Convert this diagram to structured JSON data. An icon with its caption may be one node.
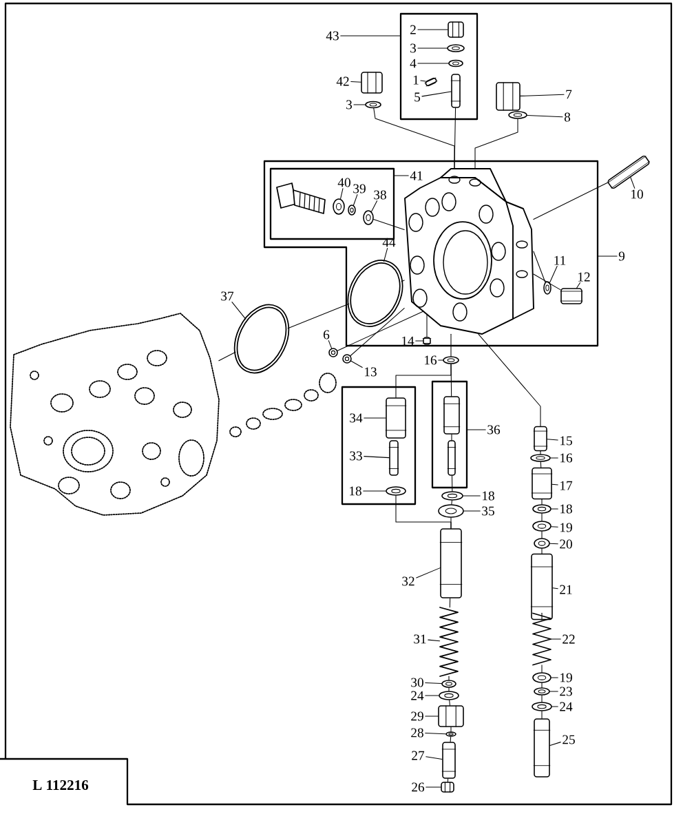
{
  "diagram": {
    "nodes": [
      {
        "text": [],
        "shape": "box"
      },
      {
        "text": [
          "43"
        ]
      },
      {
        "text": [],
        "shape": "picture",
        "in": 0
      },
      {
        "text": [
          "2"
        ],
        "in": 0
      },
      {
        "text": [],
        "shape": "picture",
        "in": 0
      },
      {
        "text": [
          "3"
        ],
        "in": 0
      },
      {
        "text": [],
        "shape": "picture",
        "in": 0
      },
      {
        "text": [
          "4"
        ],
        "in": 0
      },
      {
        "text": [],
        "shape": "cylinder",
        "in": 0
      },
      {
        "text": [
          "1"
        ],
        "in": 0
      },
      {
        "text": [],
        "shape": "cylinder",
        "in": 0
      },
      {
        "text": [
          "5"
        ],
        "in": 0
      },
      {
        "text": [],
        "shape": "picture"
      },
      {
        "text": [
          "42"
        ]
      },
      {
        "text": [],
        "shape": "picture"
      },
      {
        "text": [
          "3"
        ]
      },
      {
        "text": [],
        "shape": "picture"
      },
      {
        "text": [
          "7"
        ]
      },
      {
        "text": [],
        "shape": "picture"
      },
      {
        "text": [
          "8"
        ]
      },
      {
        "text": [],
        "shape": "box"
      },
      {
        "text": [
          "9"
        ]
      },
      {
        "text": [],
        "shape": "box",
        "in": 20
      },
      {
        "text": [
          "41"
        ],
        "in": 20
      },
      {
        "text": [],
        "shape": "picture",
        "in": 22
      },
      {
        "text": [
          "40"
        ],
        "in": 22
      },
      {
        "text": [],
        "shape": "picture",
        "in": 22
      },
      {
        "text": [
          "39"
        ],
        "in": 22
      },
      {
        "text": [],
        "shape": "picture",
        "in": 22
      },
      {
        "text": [
          "38"
        ],
        "in": 22
      },
      {
        "text": [],
        "shape": "circle",
        "in": 20
      },
      {
        "text": [
          "44"
        ],
        "in": 20
      },
      {
        "text": [],
        "shape": "picture",
        "in": 20
      },
      {
        "text": [
          "11"
        ],
        "in": 20
      },
      {
        "text": [],
        "shape": "cylinder",
        "in": 20
      },
      {
        "text": [
          "12"
        ],
        "in": 20
      },
      {
        "text": [],
        "shape": "cylinder",
        "in": 20
      },
      {
        "text": [
          "14"
        ],
        "in": 20
      },
      {
        "text": [],
        "shape": "cylinder"
      },
      {
        "text": [
          "10"
        ]
      },
      {
        "text": [],
        "shape": "circle"
      },
      {
        "text": [
          "37"
        ]
      },
      {
        "text": [],
        "shape": "picture"
      },
      {
        "text": [
          "6"
        ]
      },
      {
        "text": [],
        "shape": "picture"
      },
      {
        "text": [
          "13"
        ]
      },
      {
        "text": [],
        "shape": "picture"
      },
      {
        "text": [
          "16"
        ]
      },
      {
        "text": [],
        "shape": "box"
      },
      {
        "text": [],
        "shape": "cylinder",
        "in": 48
      },
      {
        "text": [
          "34"
        ],
        "in": 48
      },
      {
        "text": [],
        "shape": "cylinder",
        "in": 48
      },
      {
        "text": [
          "33"
        ],
        "in": 48
      },
      {
        "text": [],
        "shape": "picture",
        "in": 48
      },
      {
        "text": [
          "18"
        ],
        "in": 48
      },
      {
        "text": [],
        "shape": "box"
      },
      {
        "text": [
          "36"
        ]
      },
      {
        "text": [],
        "shape": "picture"
      },
      {
        "text": [
          "18"
        ]
      },
      {
        "text": [],
        "shape": "picture"
      },
      {
        "text": [
          "35"
        ]
      },
      {
        "text": [],
        "shape": "cylinder"
      },
      {
        "text": [
          "32"
        ]
      },
      {
        "text": [],
        "shape": "picture"
      },
      {
        "text": [
          "31"
        ]
      },
      {
        "text": [],
        "shape": "picture"
      },
      {
        "text": [
          "30"
        ]
      },
      {
        "text": [],
        "shape": "picture"
      },
      {
        "text": [
          "24"
        ]
      },
      {
        "text": [],
        "shape": "picture"
      },
      {
        "text": [
          "29"
        ]
      },
      {
        "text": [],
        "shape": "picture"
      },
      {
        "text": [
          "28"
        ]
      },
      {
        "text": [],
        "shape": "cylinder"
      },
      {
        "text": [
          "27"
        ]
      },
      {
        "text": [],
        "shape": "picture"
      },
      {
        "text": [
          "26"
        ]
      },
      {
        "text": [],
        "shape": "cylinder"
      },
      {
        "text": [
          "15"
        ]
      },
      {
        "text": [],
        "shape": "picture"
      },
      {
        "text": [
          "16"
        ]
      },
      {
        "text": [],
        "shape": "cylinder"
      },
      {
        "text": [
          "17"
        ]
      },
      {
        "text": [],
        "shape": "picture"
      },
      {
        "text": [
          "18"
        ]
      },
      {
        "text": [],
        "shape": "picture"
      },
      {
        "text": [
          "19"
        ]
      },
      {
        "text": [],
        "shape": "picture"
      },
      {
        "text": [
          "20"
        ]
      },
      {
        "text": [],
        "shape": "cylinder"
      },
      {
        "text": [
          "21"
        ]
      },
      {
        "text": [],
        "shape": "picture"
      },
      {
        "text": [
          "22"
        ]
      },
      {
        "text": [],
        "shape": "picture"
      },
      {
        "text": [
          "19"
        ]
      },
      {
        "text": [],
        "shape": "picture"
      },
      {
        "text": [
          "23"
        ]
      },
      {
        "text": [],
        "shape": "picture"
      },
      {
        "text": [
          "24"
        ]
      },
      {
        "text": [],
        "shape": "cylinder"
      },
      {
        "text": [
          "25"
        ]
      },
      {
        "text": [],
        "shape": "picture",
        "in": 20
      },
      {
        "text": [],
        "shape": "picture"
      },
      {
        "text": [],
        "shape": "cylinder",
        "in": 55
      },
      {
        "text": [],
        "shape": "cylinder",
        "in": 55
      },
      {
        "text": [],
        "shape": "picture",
        "in": 22
      }
    ],
    "edges": [
      {
        "from": 1,
        "to": 0,
        "arrow": "none"
      },
      {
        "from": 3,
        "to": 2,
        "arrow": "none"
      },
      {
        "from": 5,
        "to": 4,
        "arrow": "none"
      },
      {
        "from": 7,
        "to": 6,
        "arrow": "none"
      },
      {
        "from": 9,
        "to": 8,
        "arrow": "none"
      },
      {
        "from": 11,
        "to": 10,
        "arrow": "none"
      },
      {
        "from": 13,
        "to": 12,
        "arrow": "none"
      },
      {
        "from": 15,
        "to": 14,
        "arrow": "none"
      },
      {
        "from": 17,
        "to": 16,
        "arrow": "none"
      },
      {
        "from": 19,
        "to": 18,
        "arrow": "none"
      },
      {
        "from": 21,
        "to": 20,
        "arrow": "none"
      },
      {
        "from": 23,
        "to": 22,
        "arrow": "none"
      },
      {
        "from": 25,
        "to": 24,
        "arrow": "none"
      },
      {
        "from": 27,
        "to": 26,
        "arrow": "none"
      },
      {
        "from": 29,
        "to": 28,
        "arrow": "none"
      },
      {
        "from": 31,
        "to": 30,
        "arrow": "none"
      },
      {
        "from": 33,
        "to": 101,
        "arrow": "none"
      },
      {
        "from": 35,
        "to": 34,
        "arrow": "none"
      },
      {
        "from": 37,
        "to": 36,
        "arrow": "none"
      },
      {
        "from": 39,
        "to": 38,
        "arrow": "none"
      },
      {
        "from": 41,
        "to": 40,
        "arrow": "none"
      },
      {
        "from": 43,
        "to": 42,
        "arrow": "none"
      },
      {
        "from": 45,
        "to": 44,
        "arrow": "none"
      },
      {
        "from": 47,
        "to": 46,
        "arrow": "none"
      },
      {
        "from": 50,
        "to": 49,
        "arrow": "none"
      },
      {
        "from": 52,
        "to": 51,
        "arrow": "none"
      },
      {
        "from": 54,
        "to": 53,
        "arrow": "none"
      },
      {
        "from": 56,
        "to": 55,
        "arrow": "none"
      },
      {
        "from": 58,
        "to": 57,
        "arrow": "none"
      },
      {
        "from": 60,
        "to": 59,
        "arrow": "none"
      },
      {
        "from": 62,
        "to": 61,
        "arrow": "none"
      },
      {
        "from": 64,
        "to": 63,
        "arrow": "none"
      },
      {
        "from": 66,
        "to": 65,
        "arrow": "none"
      },
      {
        "from": 68,
        "to": 67,
        "arrow": "none"
      },
      {
        "from": 70,
        "to": 69,
        "arrow": "none"
      },
      {
        "from": 72,
        "to": 71,
        "arrow": "none"
      },
      {
        "from": 74,
        "to": 73,
        "arrow": "none"
      },
      {
        "from": 76,
        "to": 75,
        "arrow": "none"
      },
      {
        "from": 78,
        "to": 77,
        "arrow": "none"
      },
      {
        "from": 80,
        "to": 79,
        "arrow": "none"
      },
      {
        "from": 82,
        "to": 81,
        "arrow": "none"
      },
      {
        "from": 84,
        "to": 83,
        "arrow": "none"
      },
      {
        "from": 86,
        "to": 85,
        "arrow": "none"
      },
      {
        "from": 88,
        "to": 87,
        "arrow": "none"
      },
      {
        "from": 90,
        "to": 89,
        "arrow": "none"
      },
      {
        "from": 92,
        "to": 91,
        "arrow": "none"
      },
      {
        "from": 94,
        "to": 93,
        "arrow": "none"
      },
      {
        "from": 96,
        "to": 95,
        "arrow": "none"
      },
      {
        "from": 98,
        "to": 97,
        "arrow": "none"
      },
      {
        "from": 100,
        "to": 99,
        "arrow": "none"
      },
      {
        "from": 14,
        "to": 32,
        "arrow": "none"
      },
      {
        "from": 10,
        "to": 32,
        "arrow": "none"
      },
      {
        "from": 18,
        "to": 32,
        "arrow": "none"
      },
      {
        "from": 38,
        "to": 32,
        "arrow": "none"
      },
      {
        "from": 28,
        "to": 32,
        "arrow": "none"
      },
      {
        "from": 102,
        "to": 40,
        "arrow": "none"
      },
      {
        "from": 42,
        "to": 32,
        "arrow": "none"
      },
      {
        "from": 44,
        "to": 32,
        "arrow": "none"
      },
      {
        "from": 32,
        "to": 101,
        "arrow": "none"
      },
      {
        "from": 32,
        "to": 34,
        "arrow": "none"
      },
      {
        "from": 36,
        "to": 32,
        "arrow": "none"
      },
      {
        "from": 32,
        "to": 46,
        "arrow": "none"
      },
      {
        "from": 46,
        "to": 103,
        "arrow": "none"
      },
      {
        "from": 103,
        "to": 104,
        "arrow": "none"
      },
      {
        "from": 104,
        "to": 57,
        "arrow": "none"
      },
      {
        "from": 57,
        "to": 59,
        "arrow": "none"
      },
      {
        "from": 59,
        "to": 61,
        "arrow": "none"
      },
      {
        "from": 61,
        "to": 63,
        "arrow": "none"
      },
      {
        "from": 63,
        "to": 65,
        "arrow": "none"
      },
      {
        "from": 65,
        "to": 67,
        "arrow": "none"
      },
      {
        "from": 67,
        "to": 69,
        "arrow": "none"
      },
      {
        "from": 69,
        "to": 71,
        "arrow": "none"
      },
      {
        "from": 71,
        "to": 73,
        "arrow": "none"
      },
      {
        "from": 73,
        "to": 75,
        "arrow": "none"
      },
      {
        "from": 46,
        "to": 49,
        "arrow": "none"
      },
      {
        "from": 53,
        "to": 61,
        "arrow": "none"
      },
      {
        "from": 32,
        "to": 77,
        "arrow": "none"
      },
      {
        "from": 77,
        "to": 79,
        "arrow": "none"
      },
      {
        "from": 79,
        "to": 81,
        "arrow": "none"
      },
      {
        "from": 81,
        "to": 83,
        "arrow": "none"
      },
      {
        "from": 83,
        "to": 85,
        "arrow": "none"
      },
      {
        "from": 85,
        "to": 87,
        "arrow": "none"
      },
      {
        "from": 87,
        "to": 89,
        "arrow": "none"
      },
      {
        "from": 89,
        "to": 91,
        "arrow": "none"
      },
      {
        "from": 91,
        "to": 93,
        "arrow": "none"
      },
      {
        "from": 93,
        "to": 95,
        "arrow": "none"
      },
      {
        "from": 95,
        "to": 97,
        "arrow": "none"
      },
      {
        "from": 97,
        "to": 99,
        "arrow": "none"
      },
      {
        "from": 40,
        "to": 30,
        "arrow": "none"
      },
      {
        "from": 30,
        "to": 32,
        "arrow": "none"
      }
    ],
    "labels": [
      "L 112216"
    ]
  }
}
